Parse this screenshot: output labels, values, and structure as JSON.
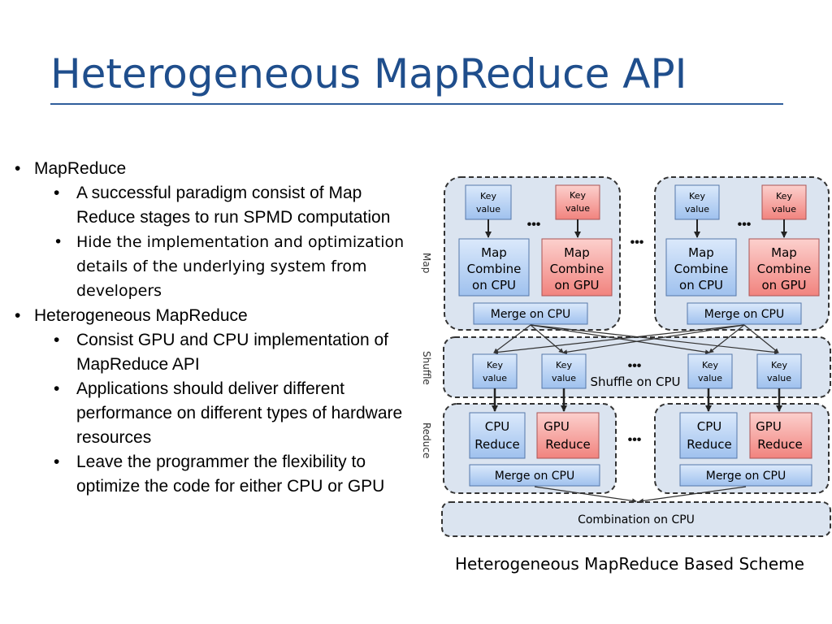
{
  "slide": {
    "title": "Heterogeneous MapReduce API",
    "bullets": [
      {
        "text": "MapReduce",
        "sub": [
          "A successful paradigm consist of Map Reduce stages to run SPMD computation",
          "Hide the implementation and optimization details of the underlying system from developers"
        ]
      },
      {
        "text": "Heterogeneous MapReduce",
        "sub": [
          "Consist GPU and CPU implementation of MapReduce API",
          "Applications should deliver different performance on different types of hardware resources",
          "Leave the programmer the flexibility to optimize the code for either CPU or GPU"
        ]
      }
    ],
    "caption": "Heterogeneous MapReduce Based Scheme"
  },
  "diagram": {
    "stage_labels": {
      "map": "Map",
      "shuffle": "Shuffle",
      "reduce": "Reduce"
    },
    "key_value_line1": "Key",
    "key_value_line2": "value",
    "map_cpu": [
      "Map",
      "Combine",
      "on CPU"
    ],
    "map_gpu": [
      "Map",
      "Combine",
      "on GPU"
    ],
    "merge_on_cpu": "Merge on CPU",
    "shuffle_on_cpu": "Shuffle on CPU",
    "cpu_reduce": [
      "CPU",
      "Reduce"
    ],
    "gpu_reduce": [
      "GPU",
      "Reduce"
    ],
    "combination_on_cpu": "Combination on CPU",
    "ellipsis": "•••",
    "colors": {
      "cpu_fill": "#b9d3f2",
      "gpu_fill": "#f5a3a0",
      "panel_fill": "#dbe4f0",
      "title": "#1f4e8c"
    }
  }
}
